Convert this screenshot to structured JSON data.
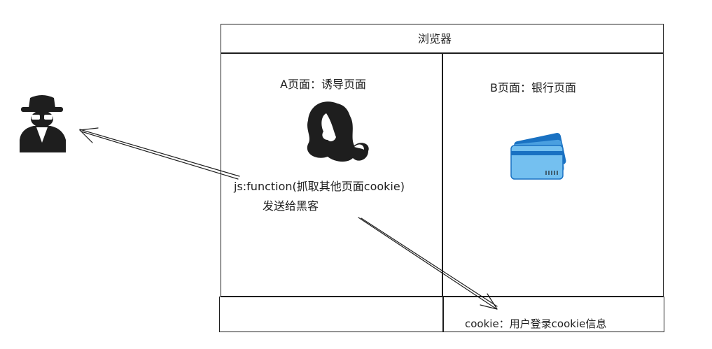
{
  "browser": {
    "title": "浏览器"
  },
  "page_a": {
    "title": "A页面：诱导页面",
    "script_line1": "js:function(抓取其他页面cookie)",
    "script_line2": "发送给黑客"
  },
  "page_b": {
    "title": "B页面：银行页面"
  },
  "cookie_box": {
    "text": "cookie：用户登录cookie信息"
  },
  "icons": {
    "hacker": "hacker-spy-icon",
    "woman": "woman-silhouette-icon",
    "cards": "credit-card-icon"
  },
  "colors": {
    "stroke": "#1e1e1e",
    "card_front": "#74c0f0",
    "card_back": "#1971c2"
  }
}
